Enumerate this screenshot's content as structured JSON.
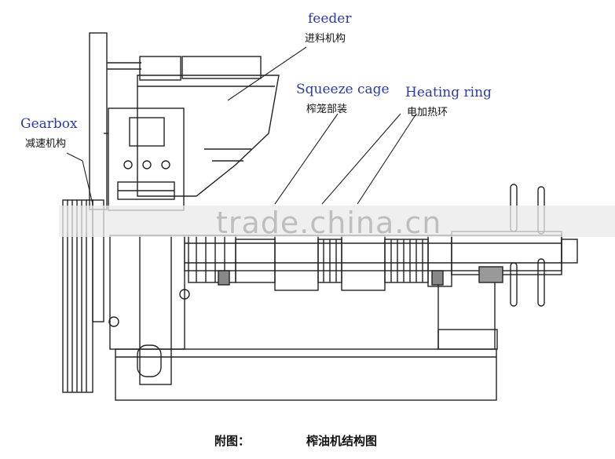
{
  "labels": {
    "feeder": {
      "en": "feeder",
      "zh": "进料机构"
    },
    "squeeze_cage": {
      "en": "Squeeze cage",
      "zh": "榨笼部装"
    },
    "heating_ring": {
      "en": "Heating ring",
      "zh": "电加热环"
    },
    "gearbox": {
      "en": "Gearbox",
      "zh": "减速机构"
    }
  },
  "caption": {
    "prefix": "附图：",
    "title": "榨油机结构图"
  },
  "watermark": "trade.china.cn",
  "colors": {
    "label_text": "#2a3aa8",
    "line": "#222222"
  }
}
